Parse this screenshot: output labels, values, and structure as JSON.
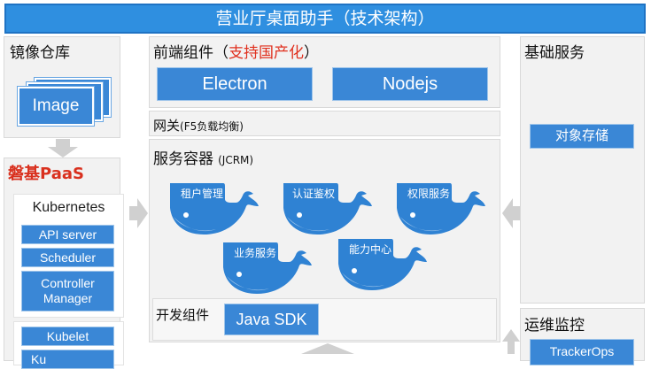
{
  "header": {
    "title": "营业厅桌面助手（技术架构）"
  },
  "image_repo": {
    "title": "镜像仓库",
    "image_label": "Image"
  },
  "paas": {
    "title": "磐基PaaS",
    "kubernetes_label": "Kubernetes",
    "components": [
      "API server",
      "Scheduler",
      "Controller Manager",
      "Kubelet"
    ],
    "partial_label": "Ku"
  },
  "frontend": {
    "title_prefix": "前端组件（",
    "title_highlight": "支持国产化",
    "title_suffix": "）",
    "items": [
      "Electron",
      "Nodejs"
    ]
  },
  "gateway": {
    "title": "网关",
    "note": "(F5负载均衡)"
  },
  "container": {
    "title": "服务容器",
    "note": "(JCRM)",
    "services": [
      "租户管理",
      "认证鉴权",
      "权限服务",
      "业务服务",
      "能力中心"
    ]
  },
  "devkit": {
    "title": "开发组件",
    "sdk_label": "Java SDK"
  },
  "base_services": {
    "title": "基础服务",
    "items": [
      "对象存储"
    ]
  },
  "ops": {
    "title": "运维监控",
    "items": [
      "TrackerOps"
    ]
  },
  "colors": {
    "title_bar": "#2f8fe0",
    "box_blue": "#3a87d6",
    "highlight_red": "#e0301e",
    "paas_red": "#d9301e",
    "panel_gray": "#f2f2f2"
  }
}
